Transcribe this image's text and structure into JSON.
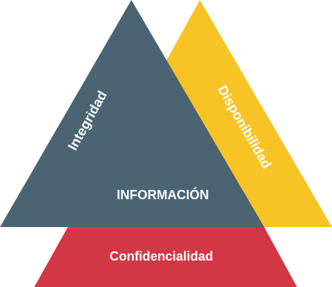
{
  "diagram": {
    "center_label": "INFORMACIÓN",
    "sides": {
      "integrity": "Integridad",
      "availability": "Disponibilidad",
      "confidentiality": "Confidencialidad"
    },
    "colors": {
      "integrity": "#4a6474",
      "availability": "#f7c325",
      "confidentiality": "#d33645"
    }
  }
}
